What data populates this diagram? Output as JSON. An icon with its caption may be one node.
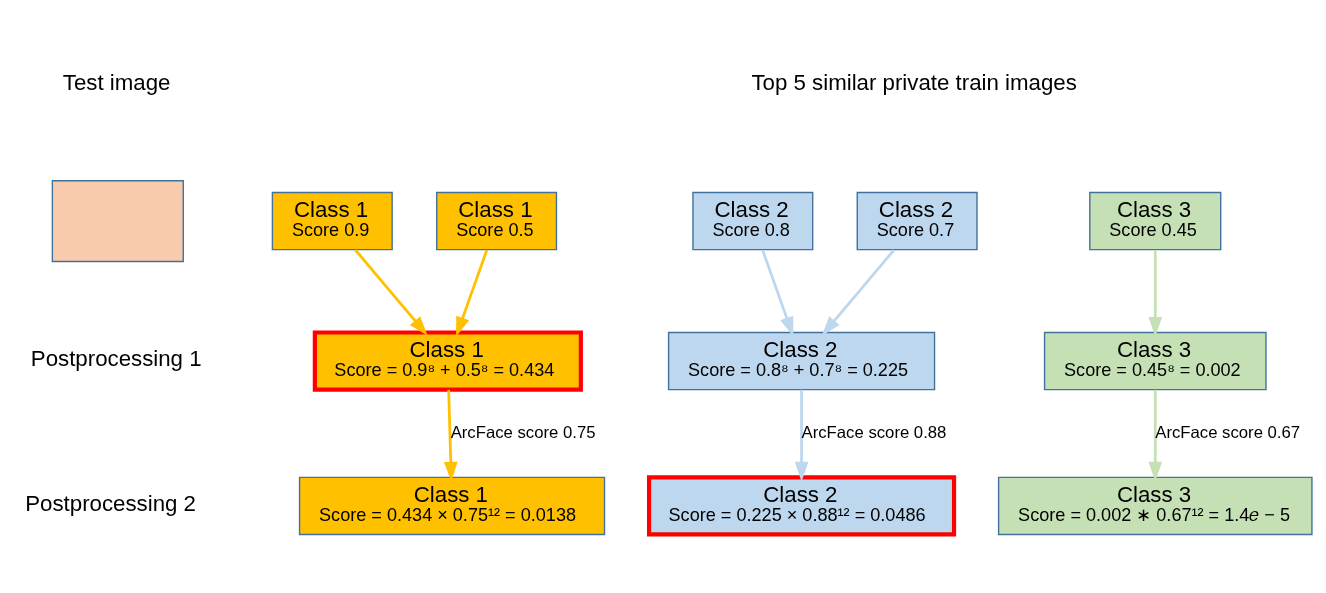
{
  "diagram": {
    "nodes": [
      {
        "text": [],
        "shape": "box"
      },
      {
        "text": [
          "Class 1",
          "Score 0.9"
        ]
      },
      {
        "text": [
          "Class 2",
          "Score 0.8"
        ]
      },
      {
        "text": [
          "Class 2",
          "Score 0.7"
        ]
      },
      {
        "text": [
          "Class 1",
          "Score 0.5"
        ]
      },
      {
        "text": [
          "Class 3",
          "Score 0.45"
        ]
      },
      {
        "text": [
          "Class 1",
          "Score = 0.9⁸ + 0.5⁸ = 0.434"
        ]
      },
      {
        "text": [
          "Class 2",
          "Score = 0.8⁸ + 0.7⁸ = 0.225"
        ]
      },
      {
        "text": [
          "Class 3",
          "Score = 0.45⁸ = 0.002"
        ]
      },
      {
        "text": [
          "Class 1",
          "Score = 0.434 × 0.75¹² = 0.0138"
        ]
      },
      {
        "text": [
          "Class 2",
          "Score = 0.225 × 0.88¹² = 0.0486"
        ]
      },
      {
        "text": [
          "Class 3",
          "Score = 0.002 ∗ 0.67¹² = 1.4𝑒 − 5"
        ]
      }
    ],
    "edges": [
      {
        "from": 1,
        "to": 6,
        "arrow": "to",
        "color": "#ffc000"
      },
      {
        "from": 4,
        "to": 6,
        "arrow": "to",
        "color": "#ffc000"
      },
      {
        "from": 2,
        "to": 7,
        "arrow": "to",
        "color": "#bdd7ee"
      },
      {
        "from": 3,
        "to": 7,
        "arrow": "to",
        "color": "#bdd7ee"
      },
      {
        "from": 5,
        "to": 8,
        "arrow": "to",
        "color": "#c5e0b4"
      },
      {
        "from": 6,
        "to": 9,
        "arrow": "to",
        "label": "ArcFace score 0.75",
        "color": "#ffc000"
      },
      {
        "from": 7,
        "to": 10,
        "arrow": "to",
        "label": "ArcFace score 0.88",
        "color": "#bdd7ee"
      },
      {
        "from": 8,
        "to": 11,
        "arrow": "to",
        "label": "ArcFace score 0.67",
        "color": "#c5e0b4"
      }
    ],
    "labels": [
      "Test image",
      "Top 5 similar private train images",
      "Postprocessing 1",
      "Postprocessing 2"
    ]
  }
}
